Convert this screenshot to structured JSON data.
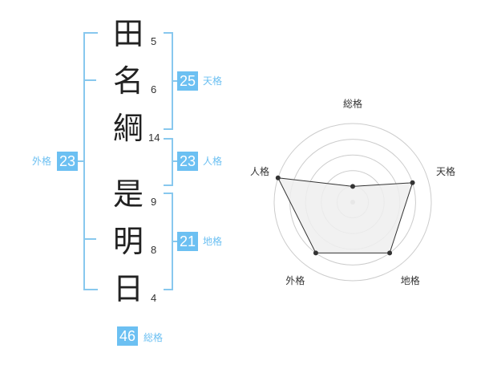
{
  "name_chars": [
    {
      "char": "田",
      "strokes": "5"
    },
    {
      "char": "名",
      "strokes": "6"
    },
    {
      "char": "綱",
      "strokes": "14"
    },
    {
      "char": "是",
      "strokes": "9"
    },
    {
      "char": "明",
      "strokes": "8"
    },
    {
      "char": "日",
      "strokes": "4"
    }
  ],
  "kaku": {
    "tenkaku": {
      "value": "25",
      "label": "天格"
    },
    "jinkaku": {
      "value": "23",
      "label": "人格"
    },
    "chikaku": {
      "value": "21",
      "label": "地格"
    },
    "gaikaku": {
      "value": "23",
      "label": "外格"
    },
    "soukaku": {
      "value": "46",
      "label": "総格"
    }
  },
  "chart_data": {
    "type": "radar",
    "axes": [
      "総格",
      "天格",
      "地格",
      "外格",
      "人格"
    ],
    "values": [
      1,
      4,
      4,
      4,
      5
    ],
    "max": 5,
    "rings": 5,
    "colors": {
      "fill": "#eeeeee",
      "line": "#333333",
      "ring": "#cccccc",
      "center": "#bbbbbb"
    }
  }
}
